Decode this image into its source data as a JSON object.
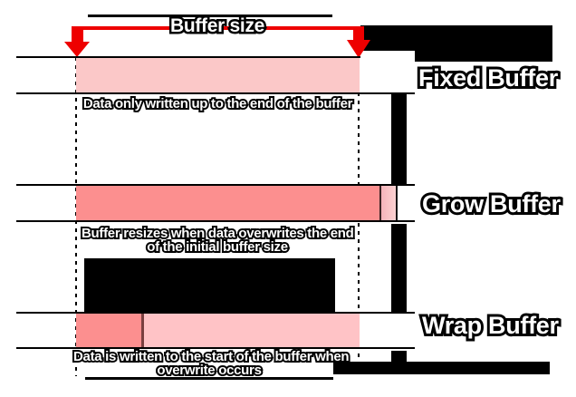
{
  "diagram": {
    "title": "Buffer size",
    "rows": [
      {
        "label": "Fixed Buffer",
        "caption_line1": "Data only written up to the end of the buffer",
        "caption_line2": ""
      },
      {
        "label": "Grow Buffer",
        "caption_line1": "Buffer resizes when data overwrites the end",
        "caption_line2": "of the initial buffer size"
      },
      {
        "label": "Wrap Buffer",
        "caption_line1": "Data is written to the start of the buffer when",
        "caption_line2": "overwrite occurs"
      }
    ],
    "colors": {
      "accent_red": "#ee0000",
      "bar_salmon": "#fc8f8f",
      "bar_pink": "#fbc8c8",
      "bar_pink_light": "#f7bcc2",
      "divider_dark": "#5a3333",
      "outline_black": "#000000"
    }
  }
}
